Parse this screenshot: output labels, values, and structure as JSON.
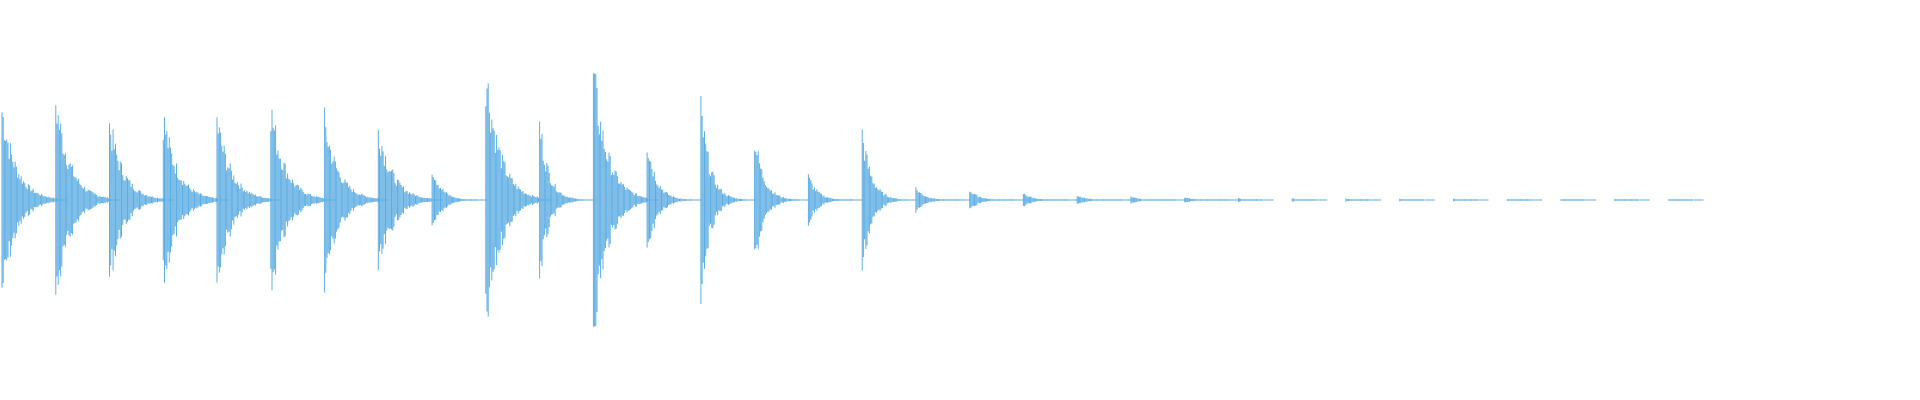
{
  "waveform": {
    "color": "#5DADE2",
    "background": "#FFFFFF",
    "hits": [
      {
        "t": 0.0,
        "amp": 0.55,
        "decay": "long"
      },
      {
        "t": 0.028,
        "amp": 0.6,
        "decay": "long"
      },
      {
        "t": 0.056,
        "amp": 0.46,
        "decay": "long"
      },
      {
        "t": 0.084,
        "amp": 0.5,
        "decay": "long"
      },
      {
        "t": 0.112,
        "amp": 0.48,
        "decay": "long"
      },
      {
        "t": 0.14,
        "amp": 0.55,
        "decay": "long"
      },
      {
        "t": 0.168,
        "amp": 0.47,
        "decay": "long"
      },
      {
        "t": 0.196,
        "amp": 0.44,
        "decay": "long"
      },
      {
        "t": 0.224,
        "amp": 0.2,
        "decay": "medium"
      },
      {
        "t": 0.252,
        "amp": 0.78,
        "decay": "long"
      },
      {
        "t": 0.28,
        "amp": 0.46,
        "decay": "medium"
      },
      {
        "t": 0.308,
        "amp": 0.76,
        "decay": "long"
      },
      {
        "t": 0.336,
        "amp": 0.36,
        "decay": "medium"
      },
      {
        "t": 0.364,
        "amp": 0.54,
        "decay": "medium"
      },
      {
        "t": 0.392,
        "amp": 0.38,
        "decay": "medium"
      },
      {
        "t": 0.42,
        "amp": 0.14,
        "decay": "medium"
      },
      {
        "t": 0.448,
        "amp": 0.4,
        "decay": "medium"
      },
      {
        "t": 0.476,
        "amp": 0.07,
        "decay": "medium"
      },
      {
        "t": 0.504,
        "amp": 0.06,
        "decay": "medium"
      },
      {
        "t": 0.532,
        "amp": 0.04,
        "decay": "medium"
      },
      {
        "t": 0.56,
        "amp": 0.03,
        "decay": "medium"
      },
      {
        "t": 0.588,
        "amp": 0.02,
        "decay": "medium"
      },
      {
        "t": 0.616,
        "amp": 0.015,
        "decay": "medium"
      },
      {
        "t": 0.644,
        "amp": 0.012,
        "decay": "short"
      },
      {
        "t": 0.672,
        "amp": 0.01,
        "decay": "short"
      },
      {
        "t": 0.7,
        "amp": 0.01,
        "decay": "short"
      },
      {
        "t": 0.728,
        "amp": 0.008,
        "decay": "short"
      },
      {
        "t": 0.756,
        "amp": 0.008,
        "decay": "short"
      },
      {
        "t": 0.784,
        "amp": 0.006,
        "decay": "short"
      },
      {
        "t": 0.812,
        "amp": 0.006,
        "decay": "short"
      },
      {
        "t": 0.84,
        "amp": 0.005,
        "decay": "short"
      },
      {
        "t": 0.868,
        "amp": 0.004,
        "decay": "short"
      }
    ]
  }
}
